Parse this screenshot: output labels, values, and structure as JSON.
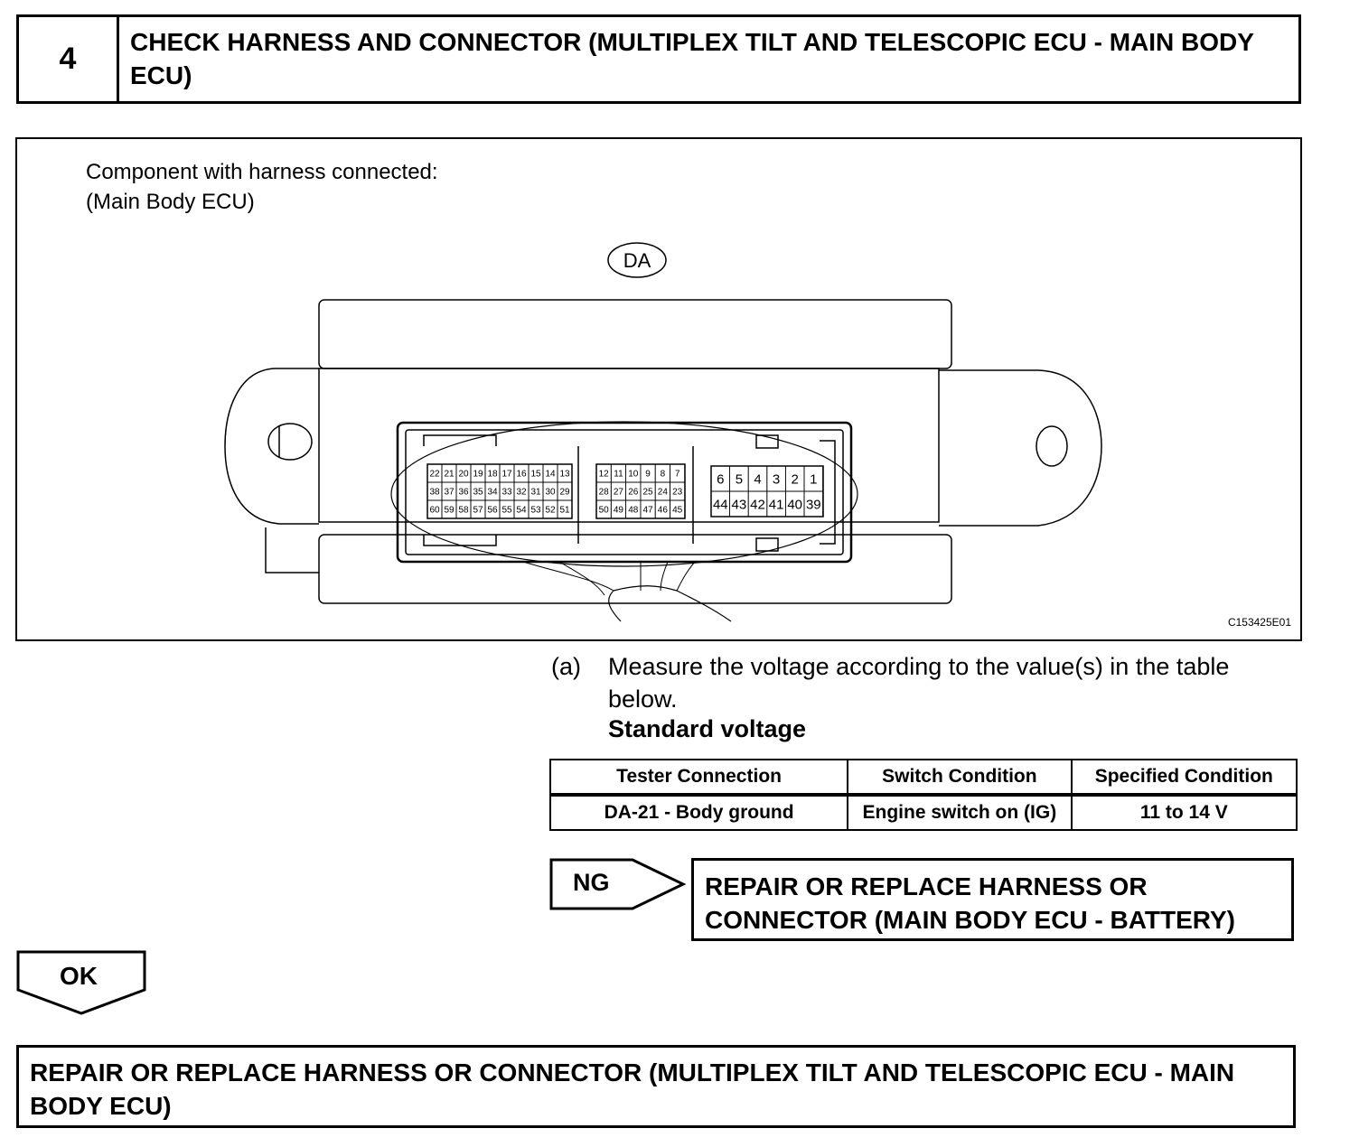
{
  "step": {
    "number": "4",
    "title": "CHECK HARNESS AND CONNECTOR (MULTIPLEX TILT AND TELESCOPIC ECU - MAIN BODY ECU)"
  },
  "figure": {
    "caption_line1": "Component with harness connected:",
    "caption_line2": "(Main Body ECU)",
    "connector_label": "DA",
    "code": "C153425E01",
    "pins_left_row1": [
      "22",
      "21",
      "20",
      "19",
      "18",
      "17",
      "16",
      "15",
      "14",
      "13"
    ],
    "pins_left_row2": [
      "38",
      "37",
      "36",
      "35",
      "34",
      "33",
      "32",
      "31",
      "30",
      "29"
    ],
    "pins_left_row3": [
      "60",
      "59",
      "58",
      "57",
      "56",
      "55",
      "54",
      "53",
      "52",
      "51"
    ],
    "pins_mid_row1": [
      "12",
      "11",
      "10",
      "9",
      "8",
      "7"
    ],
    "pins_mid_row2": [
      "28",
      "27",
      "26",
      "25",
      "24",
      "23"
    ],
    "pins_mid_row3": [
      "50",
      "49",
      "48",
      "47",
      "46",
      "45"
    ],
    "pins_right_row1": [
      "6",
      "5",
      "4",
      "3",
      "2",
      "1"
    ],
    "pins_right_row2": [
      "44",
      "43",
      "42",
      "41",
      "40",
      "39"
    ]
  },
  "instruction": {
    "label": "(a)",
    "text": "Measure the voltage according to the value(s) in the table below.",
    "standard_title": "Standard voltage"
  },
  "table": {
    "headers": [
      "Tester Connection",
      "Switch Condition",
      "Specified Condition"
    ],
    "rows": [
      [
        "DA-21 - Body ground",
        "Engine switch on (IG)",
        "11 to 14 V"
      ]
    ]
  },
  "ng": {
    "label": "NG",
    "text": "REPAIR OR REPLACE HARNESS OR CONNECTOR (MAIN BODY ECU - BATTERY)"
  },
  "ok": {
    "label": "OK"
  },
  "final": {
    "text": "REPAIR OR REPLACE HARNESS OR CONNECTOR (MULTIPLEX TILT AND TELESCOPIC ECU - MAIN BODY ECU)"
  }
}
